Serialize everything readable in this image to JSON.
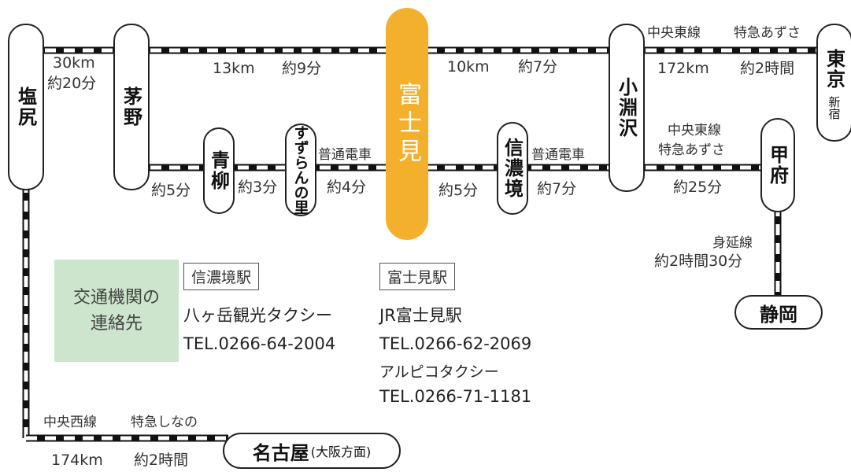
{
  "hub": {
    "name": "富士見",
    "color": "#f2b02c"
  },
  "stations": {
    "shiojiri": "塩尻",
    "chino": "茅野",
    "aoyagi": "青柳",
    "suzuran": "すずらんの里",
    "shinanosakai": "信濃境",
    "kobuchizawa": "小淵沢",
    "tokyo": "東京",
    "shinjuku": "新宿",
    "kofu": "甲府",
    "shizuoka": "静岡",
    "nagoya": "名古屋",
    "nagoya_note": "(大阪方面)"
  },
  "segments": {
    "shiojiri_chino_dist": "30km",
    "shiojiri_chino_time": "約20分",
    "chino_fujimi_dist": "13km",
    "chino_fujimi_time": "約9分",
    "fujimi_kobuchizawa_dist": "10km",
    "fujimi_kobuchizawa_time": "約7分",
    "chuo_east_line": "中央東線",
    "tokkyu_azusa": "特急あずさ",
    "kobuchizawa_tokyo_dist": "172km",
    "kobuchizawa_tokyo_time": "約2時間",
    "chino_aoyagi_time": "約5分",
    "aoyagi_suzuran_time": "約3分",
    "local_train": "普通電車",
    "suzuran_fujimi_time": "約4分",
    "fujimi_shinanosakai_time": "約5分",
    "shinanosakai_kobuchizawa_time": "約7分",
    "kofu_line_1": "中央東線",
    "kofu_line_2": "特急あずさ",
    "kobuchizawa_kofu_time": "約25分",
    "minobu_line": "身延線",
    "kofu_shizuoka_time": "約2時間30分",
    "chuo_west_line": "中央西線",
    "tokkyu_shinano": "特急しなの",
    "shiojiri_nagoya_dist": "174km",
    "shiojiri_nagoya_time": "約2時間"
  },
  "contact": {
    "title": "交通機関の\n連絡先",
    "box_color": "#cce5cc",
    "shinanosakai": {
      "heading": "信濃境駅",
      "line1": "八ヶ岳観光タクシー",
      "line2": "TEL.0266-64-2004"
    },
    "fujimi": {
      "heading": "富士見駅",
      "line1": "JR富士見駅",
      "line2": "TEL.0266-62-2069",
      "line3": "アルピコタクシー",
      "line4": "TEL.0266-71-1181"
    }
  }
}
